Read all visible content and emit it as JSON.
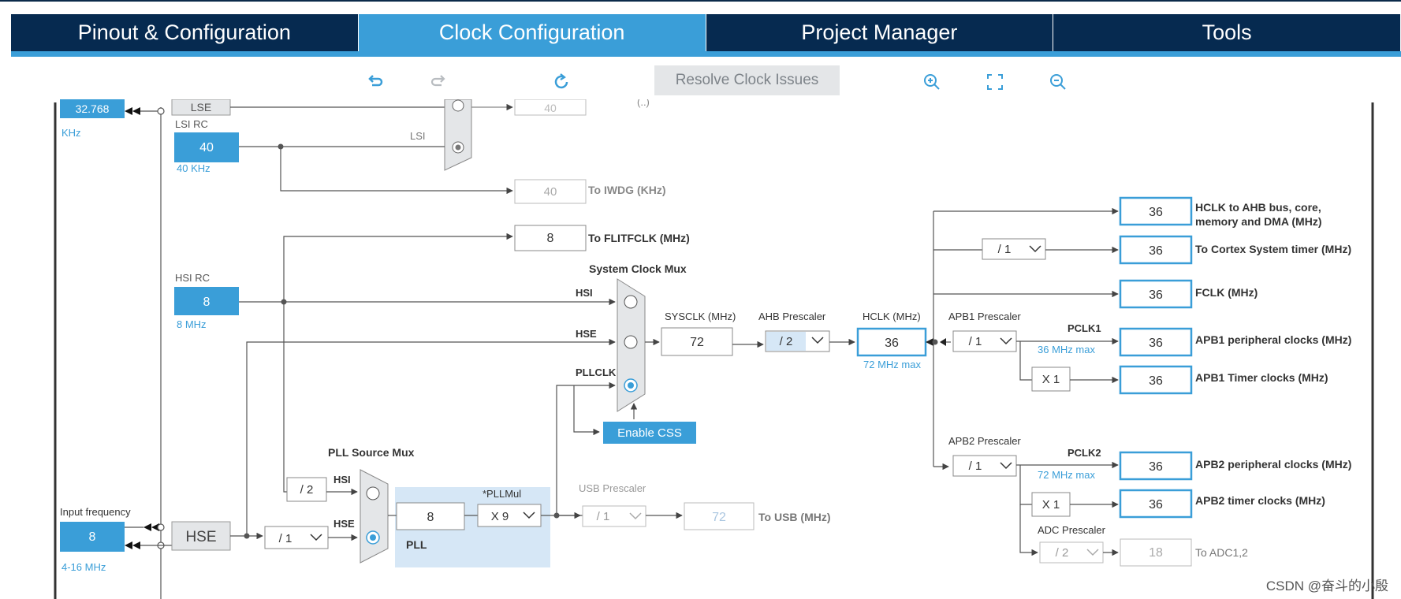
{
  "tabs": [
    "Pinout & Configuration",
    "Clock Configuration",
    "Project Manager",
    "Tools"
  ],
  "toolbar": {
    "undo_icon": "undo-icon",
    "redo_icon": "redo-icon",
    "reset_icon": "refresh-icon",
    "resolve_label": "Resolve Clock Issues",
    "zoom_in_icon": "zoom-in-icon",
    "fit_icon": "fit-screen-icon",
    "zoom_out_icon": "zoom-out-icon"
  },
  "diagram": {
    "lse_value": "32.768",
    "lse_unit": "KHz",
    "lse_label": "LSE",
    "lsi_rc_label": "LSI RC",
    "lsi_value": "40",
    "lsi_freq": "40 KHz",
    "lsi_mux_label": "LSI",
    "rtc_value": "40",
    "iwdg_value": "40",
    "iwdg_label": "To IWDG (KHz)",
    "flitf_value": "8",
    "flitf_label": "To FLITFCLK (MHz)",
    "hsi_rc_label": "HSI RC",
    "hsi_value": "8",
    "hsi_freq": "8 MHz",
    "sys_mux_title": "System Clock Mux",
    "mux_hsi": "HSI",
    "mux_hse": "HSE",
    "mux_pllclk": "PLLCLK",
    "sysclk_label": "SYSCLK (MHz)",
    "sysclk_value": "72",
    "ahb_label": "AHB Prescaler",
    "ahb_value": "/ 2",
    "hclk_label": "HCLK (MHz)",
    "hclk_value": "36",
    "hclk_max": "72 MHz max",
    "enable_css": "Enable CSS",
    "input_freq_label": "Input frequency",
    "hse_input_value": "8",
    "hse_range": "4-16 MHz",
    "hse_label": "HSE",
    "hse_div": "/ 1",
    "pll_source_title": "PLL Source Mux",
    "pll_src_hsi": "HSI",
    "pll_src_hse": "HSE",
    "hsi_div2": "/ 2",
    "pll_in_value": "8",
    "pll_label": "PLL",
    "pllmul_label": "*PLLMul",
    "pllmul_value": "X 9",
    "usb_label": "USB Prescaler",
    "usb_div": "/ 1",
    "usb_value": "72",
    "usb_to": "To USB (MHz)",
    "apb1_label": "APB1 Prescaler",
    "apb1_value": "/ 1",
    "pclk1_label": "PCLK1",
    "pclk1_max": "36 MHz max",
    "apb1_x": "X 1",
    "apb2_label": "APB2 Prescaler",
    "apb2_value": "/ 1",
    "pclk2_label": "PCLK2",
    "pclk2_max": "72 MHz max",
    "apb2_x": "X 1",
    "adc_label": "ADC Prescaler",
    "adc_value": "/ 2",
    "adc_out": "18",
    "adc_to": "To ADC1,2",
    "cortex_div": "/ 1",
    "outputs": [
      {
        "value": "36",
        "label": "HCLK to AHB bus, core,",
        "label2": "memory and DMA (MHz)"
      },
      {
        "value": "36",
        "label": "To Cortex System timer (MHz)",
        "label2": ""
      },
      {
        "value": "36",
        "label": "FCLK (MHz)",
        "label2": ""
      },
      {
        "value": "36",
        "label": "APB1 peripheral clocks (MHz)",
        "label2": ""
      },
      {
        "value": "36",
        "label": "APB1 Timer clocks (MHz)",
        "label2": ""
      },
      {
        "value": "36",
        "label": "APB2 peripheral clocks (MHz)",
        "label2": ""
      },
      {
        "value": "36",
        "label": "APB2 timer clocks (MHz)",
        "label2": ""
      }
    ]
  },
  "watermark": "CSDN @奋斗的小殷",
  "colors": {
    "navy": "#062a50",
    "accent": "#3a9ed8",
    "line": "#555555"
  }
}
